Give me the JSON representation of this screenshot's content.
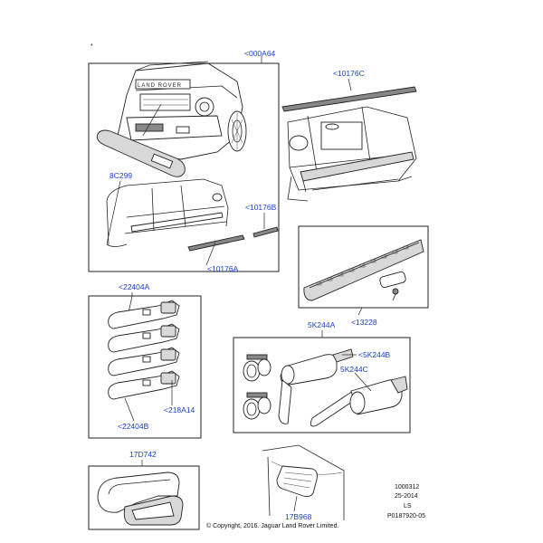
{
  "callouts": {
    "c000A64": "<000A64",
    "c10176C": "<10176C",
    "c8C299": "8C299",
    "c10176B": "<10176B",
    "c10176A": "<10176A",
    "c22404A": "<22404A",
    "c5K244A": "5K244A",
    "c13228": "<13228",
    "c5K244B": "<5K244B",
    "c5K244C": "5K244C",
    "c218A14": "<218A14",
    "c22404B": "<22404B",
    "c17D742": "17D742",
    "c17B968": "17B968"
  },
  "meta": {
    "line1": "1000312",
    "line2": "25-2014",
    "line3": "LS",
    "line4": "P0187920-05"
  },
  "copyright": "© Copyright, 2016. Jaguar Land Rover Limited.",
  "badge_text": "LAND ROVER",
  "small_mark": "*",
  "colors": {
    "callout": "#1a3fc9",
    "line": "#222222",
    "background": "#ffffff"
  }
}
